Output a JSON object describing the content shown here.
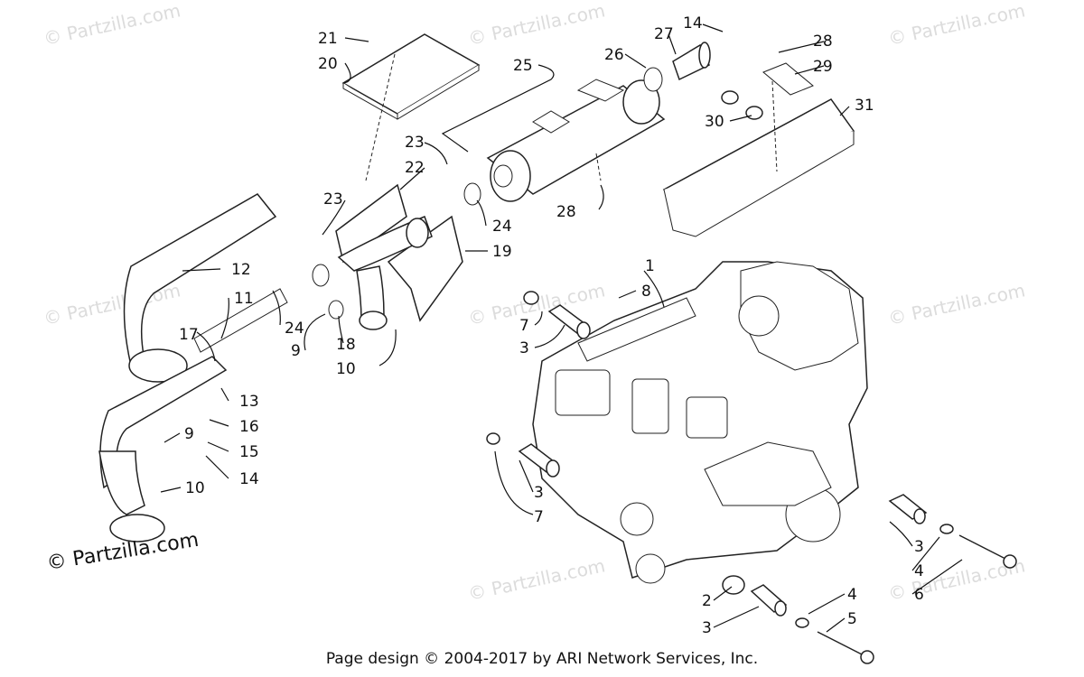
{
  "watermark": "© Partzilla.com",
  "copyright": "© Partzilla.com",
  "footer": "Page design © 2004-2017 by ARI Network Services, Inc.",
  "callouts": {
    "c1": "1",
    "c2": "2",
    "c3a": "3",
    "c3b": "3",
    "c3c": "3",
    "c3d": "3",
    "c4a": "4",
    "c4b": "4",
    "c5": "5",
    "c6": "6",
    "c7a": "7",
    "c7b": "7",
    "c8": "8",
    "c9a": "9",
    "c9b": "9",
    "c10a": "10",
    "c10b": "10",
    "c11": "11",
    "c12": "12",
    "c13": "13",
    "c14a": "14",
    "c14b": "14",
    "c15": "15",
    "c16": "16",
    "c17": "17",
    "c18": "18",
    "c19": "19",
    "c20": "20",
    "c21": "21",
    "c22": "22",
    "c23a": "23",
    "c23b": "23",
    "c24a": "24",
    "c24b": "24",
    "c25": "25",
    "c26": "26",
    "c27": "27",
    "c28a": "28",
    "c28b": "28",
    "c29": "29",
    "c30": "30",
    "c31": "31"
  }
}
